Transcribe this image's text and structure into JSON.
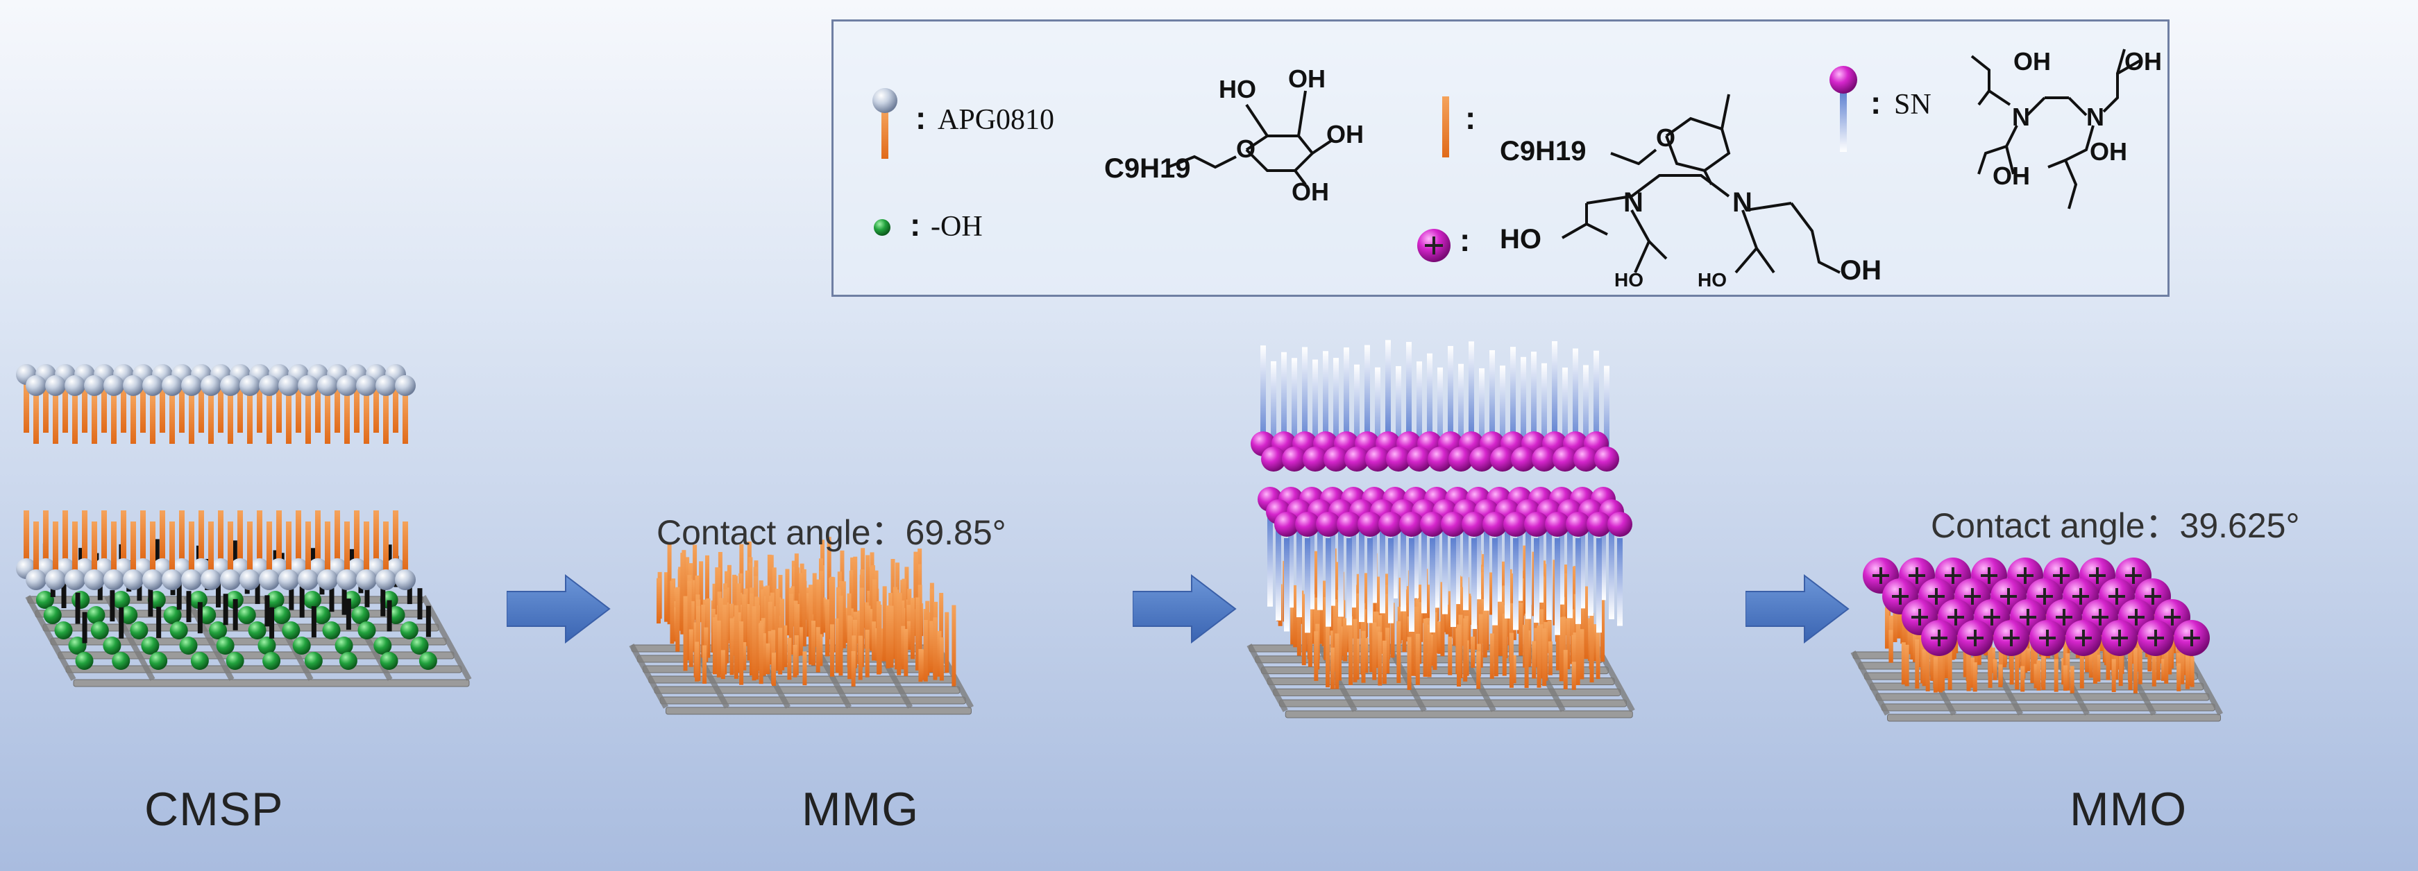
{
  "legend": {
    "apg_label": "APG0810",
    "oh_label": "-OH",
    "sn_label": "SN",
    "colon": ":",
    "chem": {
      "c9h19": "C9H19",
      "ho": "HO",
      "oh": "OH",
      "o": "O",
      "n": "N",
      "ho_small": "HO"
    }
  },
  "stages": [
    {
      "label": "CMSP"
    },
    {
      "label": "MMG",
      "angle_text": "Contact angle：69.85°"
    },
    {
      "label": "MMO",
      "angle_text": "Contact angle：39.625°"
    }
  ],
  "colors": {
    "background_top": "#f6f8fc",
    "background_bottom": "#a9bcdf",
    "apg_head": "#b9c6dc",
    "apg_tail": "#f08a3c",
    "hydroxyl": "#1f9a3a",
    "sn_head": "#c81fc0",
    "sn_tail": "#7c9ad6",
    "arrow": "#4a78c4",
    "substrate": "#8e8e8e"
  },
  "icons": [
    "apg-surfactant-icon",
    "hydroxyl-bead-icon",
    "sn-surfactant-icon",
    "cation-sphere-icon",
    "right-arrow-icon"
  ]
}
